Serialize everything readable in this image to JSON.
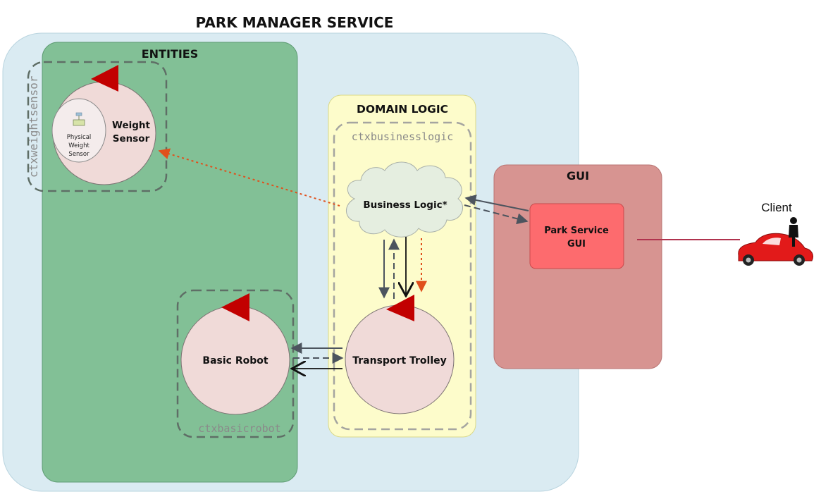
{
  "title": "PARK MANAGER SERVICE",
  "entities": {
    "label": "ENTITIES",
    "ctx_weightsensor": "ctxweightsensor",
    "ctx_basicrobot": "ctxbasicrobot",
    "weight_sensor": {
      "line1": "Weight",
      "line2": "Sensor"
    },
    "physical_weight_sensor": {
      "line1": "Physical",
      "line2": "Weight",
      "line3": "Sensor"
    },
    "basic_robot": "Basic Robot"
  },
  "domain_logic": {
    "label": "DOMAIN LOGIC",
    "ctx_businesslogic": "ctxbusinesslogic",
    "business_logic": "Business Logic*",
    "transport_trolley": "Transport Trolley"
  },
  "gui": {
    "label": "GUI",
    "park_service_gui": {
      "line1": "Park Service",
      "line2": "GUI"
    }
  },
  "client": {
    "label": "Client"
  },
  "colors": {
    "outer": "#daebf2",
    "entities": "#82c096",
    "domain": "#fdfccb",
    "gui": "#d79491",
    "park_gui_box": "#fd6b6e",
    "actor_circle": "#f0dad8",
    "actor_flag": "#c20000",
    "cloud": "#e5eee0",
    "arrow_dark": "#4c545e",
    "arrow_orange": "#e0501c",
    "client_line": "#b0334e",
    "car": "#e21a1a"
  }
}
